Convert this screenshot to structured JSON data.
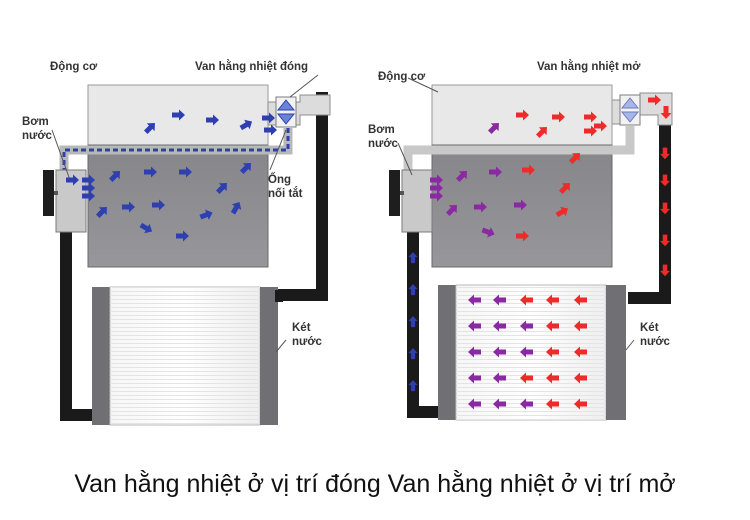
{
  "left_panel": {
    "engine_label": "Động cơ",
    "thermostat_label": "Van hằng nhiệt đóng",
    "pump_label": [
      "Bơm",
      "nước"
    ],
    "bypass_label": [
      "Ống",
      "nối tắt"
    ],
    "radiator_label": [
      "Két",
      "nước"
    ]
  },
  "right_panel": {
    "engine_label": "Động cơ",
    "thermostat_label": "Van hằng nhiệt mở",
    "pump_label": [
      "Bơm",
      "nước"
    ],
    "radiator_label": [
      "Két",
      "nước"
    ]
  },
  "caption": "Van hằng nhiệt ở vị trí đóng Van hằng nhiệt ở vị trí mở",
  "colors": {
    "cold_flow": "#2e3fb0",
    "hot_flow": "#ee2b2b",
    "mixed_flow": "#8a2aa3",
    "engine_block": "#8c8c90",
    "hose": "#1a1a1a"
  }
}
